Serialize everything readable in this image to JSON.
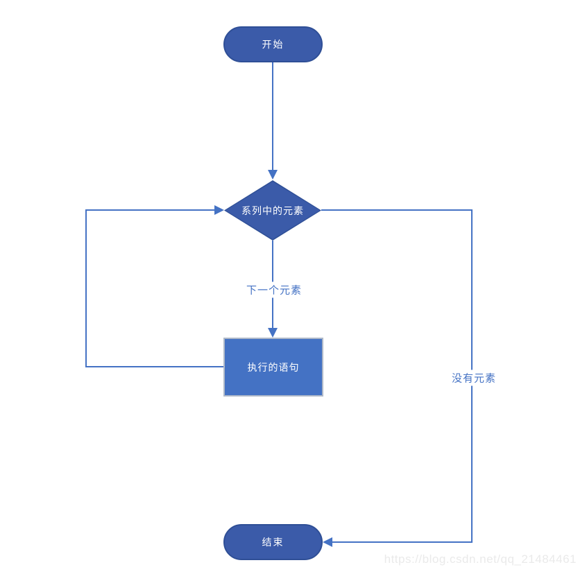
{
  "diagram": {
    "type": "flowchart",
    "nodes": {
      "start": {
        "shape": "terminator",
        "label": "开始"
      },
      "decision": {
        "shape": "diamond",
        "label": "系列中的元素"
      },
      "process": {
        "shape": "rectangle",
        "label": "执行的语句"
      },
      "end": {
        "shape": "terminator",
        "label": "结束"
      }
    },
    "edges": {
      "start_to_decision": {
        "label": ""
      },
      "decision_to_process": {
        "label": "下一个元素"
      },
      "process_to_decision_loop": {
        "label": ""
      },
      "decision_to_end": {
        "label": "没有元素"
      }
    },
    "colors": {
      "terminator_fill": "#3B5BA9",
      "terminator_border": "#2F4F96",
      "decision_fill": "#3B5BA9",
      "decision_border": "#2F4F96",
      "process_fill": "#4472C4",
      "process_border": "#AFB9C9",
      "connector": "#4472C4",
      "edge_label_text": "#4472C4",
      "node_text": "#FFFFFF"
    }
  },
  "watermark": {
    "text": "https://blog.csdn.net/qq_21484461",
    "color": "#EAEAEA"
  }
}
